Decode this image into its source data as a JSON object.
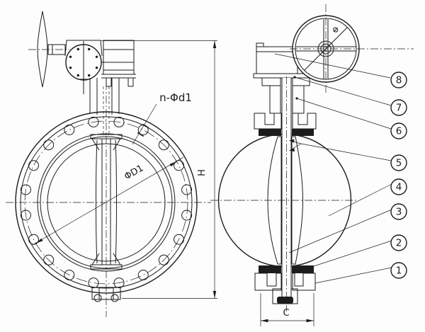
{
  "drawing": {
    "background": "#fdfdfd",
    "line_color": "#1c1c1c",
    "views": {
      "left": "front-view-butterfly-valve-with-gear-operator",
      "right": "side-section-view-wafer-butterfly-valve"
    },
    "labels": {
      "bolt_holes": "n-Φd1",
      "bolt_circle": "ΦD1",
      "height_dim": "H",
      "face_width_dim": "C",
      "handwheel_dia": "Φ"
    },
    "callouts": [
      {
        "number": "8"
      },
      {
        "number": "7"
      },
      {
        "number": "6"
      },
      {
        "number": "5"
      },
      {
        "number": "4"
      },
      {
        "number": "3"
      },
      {
        "number": "2"
      },
      {
        "number": "1"
      }
    ]
  }
}
